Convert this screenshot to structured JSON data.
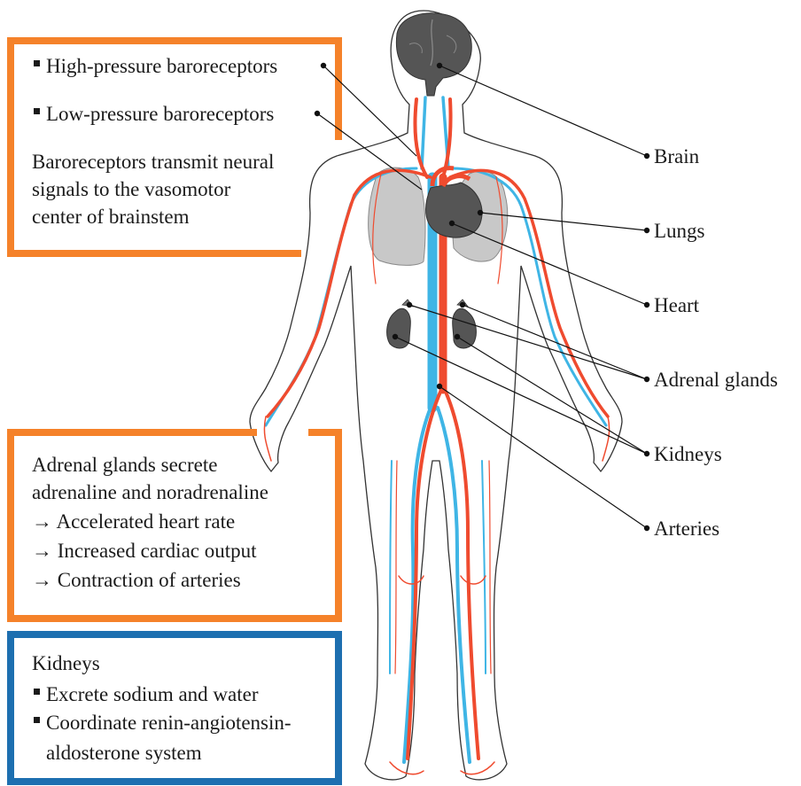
{
  "baroreceptor_box": {
    "bullets": [
      "High-pressure baroreceptors",
      "Low-pressure baroreceptors"
    ],
    "text_lines": [
      "Baroreceptors transmit neural",
      "signals to the vasomotor",
      "center of brainstem"
    ],
    "border_color": "#f5822a"
  },
  "adrenal_box": {
    "lines": [
      "Adrenal glands secrete",
      "adrenaline and noradrenaline",
      "→ Accelerated heart rate",
      "→ Increased cardiac output",
      "→ Contraction of arteries"
    ],
    "border_color": "#f5822a"
  },
  "kidney_box": {
    "title": "Kidneys",
    "bullets": [
      "Excrete sodium and water",
      "Coordinate renin-angiotensin-"
    ],
    "continuation": "aldosterone system",
    "border_color": "#1d6fb0"
  },
  "organ_labels": [
    "Brain",
    "Lungs",
    "Heart",
    "Adrenal glands",
    "Kidneys",
    "Arteries"
  ],
  "colors": {
    "artery": "#ef4b2f",
    "vein": "#3fb5e5",
    "organ": "#555555",
    "lung": "#c8c8c8"
  }
}
